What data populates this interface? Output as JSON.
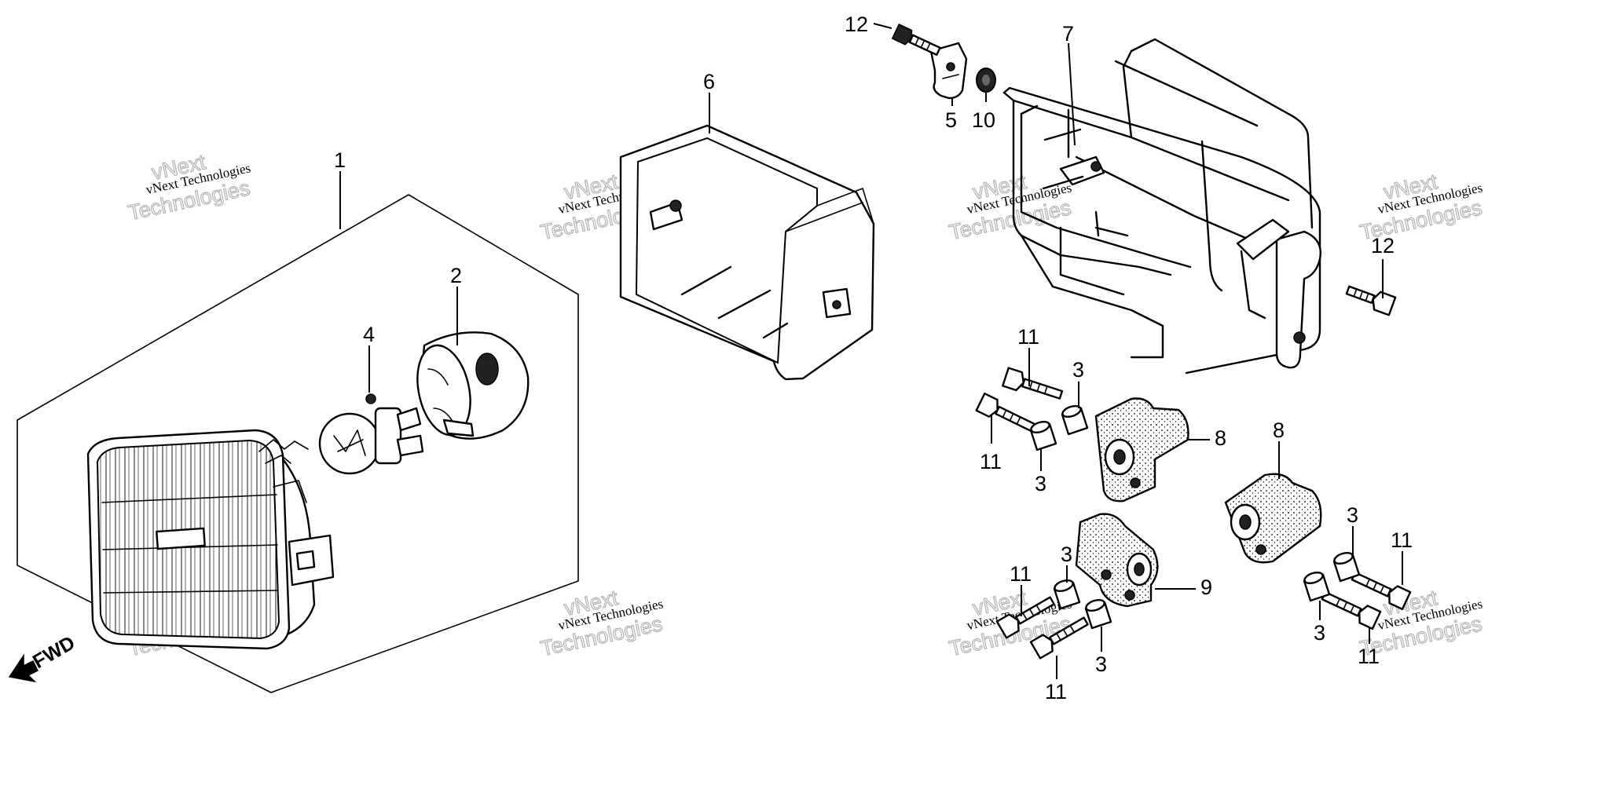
{
  "diagram": {
    "callouts": [
      {
        "id": "c1",
        "label": "1"
      },
      {
        "id": "c2",
        "label": "2"
      },
      {
        "id": "c4",
        "label": "4"
      },
      {
        "id": "c6",
        "label": "6"
      },
      {
        "id": "c12a",
        "label": "12"
      },
      {
        "id": "c5",
        "label": "5"
      },
      {
        "id": "c10",
        "label": "10"
      },
      {
        "id": "c7",
        "label": "7"
      },
      {
        "id": "c12b",
        "label": "12"
      },
      {
        "id": "c11a",
        "label": "11"
      },
      {
        "id": "c3a",
        "label": "3"
      },
      {
        "id": "c11b",
        "label": "11"
      },
      {
        "id": "c3b",
        "label": "3"
      },
      {
        "id": "c8a",
        "label": "8"
      },
      {
        "id": "c8b",
        "label": "8"
      },
      {
        "id": "c3c",
        "label": "3"
      },
      {
        "id": "c11c",
        "label": "11"
      },
      {
        "id": "c11d",
        "label": "11"
      },
      {
        "id": "c3d",
        "label": "3"
      },
      {
        "id": "c9",
        "label": "9"
      },
      {
        "id": "c3e",
        "label": "3"
      },
      {
        "id": "c11e",
        "label": "11"
      },
      {
        "id": "c3f",
        "label": "3"
      },
      {
        "id": "c11f",
        "label": "11"
      }
    ],
    "direction_marker": {
      "label": "FWD"
    },
    "watermarks": [
      {
        "line1": "vNext Technologies",
        "line2": "vNext",
        "line3": "Technologies"
      }
    ]
  }
}
